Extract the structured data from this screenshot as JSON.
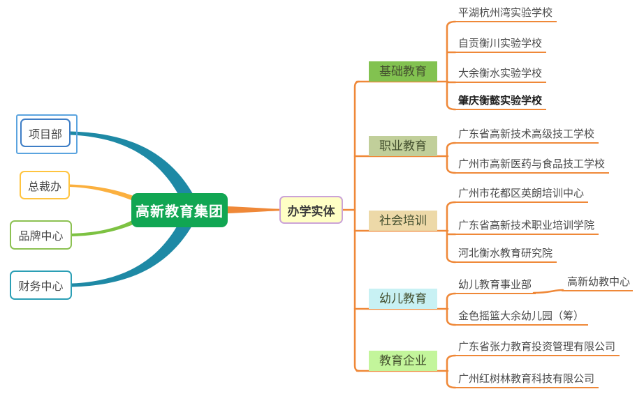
{
  "root": {
    "label": "高新教育集团"
  },
  "hub": {
    "label": "办学实体"
  },
  "left_branches": [
    {
      "label": "项目部",
      "border_color": "#3E7EC6",
      "line_color": "#1E89A5",
      "selected": true
    },
    {
      "label": "总裁办",
      "border_color": "#FFC43F",
      "line_color": "#FBB03F",
      "selected": false
    },
    {
      "label": "品牌中心",
      "border_color": "#8CC152",
      "line_color": "#7DC242",
      "selected": false
    },
    {
      "label": "财务中心",
      "border_color": "#2B9FB5",
      "line_color": "#1E89A5",
      "selected": false
    }
  ],
  "categories": [
    {
      "label": "基础教育",
      "color": "#82C250",
      "children": [
        {
          "label": "平湖杭州湾实验学校",
          "bold": false
        },
        {
          "label": "自贡衡川实验学校",
          "bold": false
        },
        {
          "label": "大余衡水实验学校",
          "bold": false
        },
        {
          "label": "肇庆衡懿实验学校",
          "bold": true
        }
      ]
    },
    {
      "label": "职业教育",
      "color": "#C1CF9A",
      "children": [
        {
          "label": "广东省高新技术高级技工学校",
          "bold": false
        },
        {
          "label": "广州市高新医药与食品技工学校",
          "bold": false
        }
      ]
    },
    {
      "label": "社会培训",
      "color": "#EDD9A8",
      "children": [
        {
          "label": "广州市花都区英朗培训中心",
          "bold": false
        },
        {
          "label": "广东省高新技术职业培训学院",
          "bold": false
        },
        {
          "label": "河北衡水教育研究院",
          "bold": false
        }
      ]
    },
    {
      "label": "幼儿教育",
      "color": "#C8F1F4",
      "children": [
        {
          "label": "幼儿教育事业部",
          "bold": false,
          "sub_label": "高新幼教中心"
        },
        {
          "label": "金色摇篮大余幼儿园（筹）",
          "bold": false
        }
      ]
    },
    {
      "label": "教育企业",
      "color": "#C3F59B",
      "children": [
        {
          "label": "广东省张力教育投资管理有限公司",
          "bold": false
        },
        {
          "label": "广州红树林教育科技有限公司",
          "bold": false
        }
      ]
    }
  ],
  "colors": {
    "connector": "#EF8838",
    "teal_branch": "#1E89A5",
    "yellow_branch": "#FBB03F",
    "green_branch": "#7DC242",
    "root_bg": "#11A653",
    "hub_bg": "#FFFFC5",
    "hub_border": "#CBA3D8",
    "selection": "#5BA4DF"
  }
}
